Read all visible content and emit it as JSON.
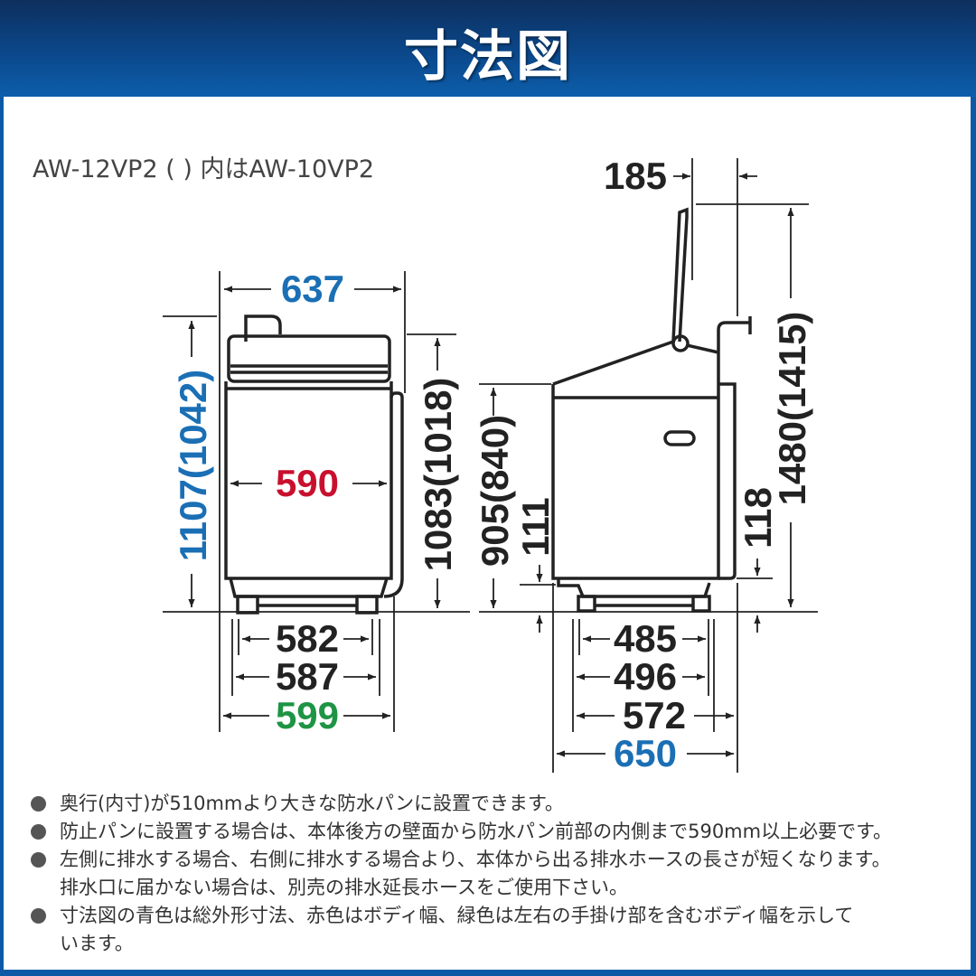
{
  "header": {
    "title": "寸法図"
  },
  "model_note": "AW-12VP2 ( ) 内はAW-10VP2",
  "colors": {
    "header_dark": "#0d2f5e",
    "header_light": "#0d5eab",
    "blue_dim": "#1a6fb5",
    "red_dim": "#c8102e",
    "green_dim": "#1e9445",
    "black_dim": "#222222"
  },
  "front_view": {
    "overall_width": "637",
    "body_width": "590",
    "overall_height": "1107(1042)",
    "body_height": "1083(1018)",
    "base_dims": [
      "582",
      "587",
      "599"
    ]
  },
  "side_view": {
    "lid_offset": "185",
    "open_height": "1480(1415)",
    "front_height": "905(840)",
    "front_foot_height": "111",
    "rear_foot_height": "118",
    "base_dims": [
      "485",
      "496",
      "572",
      "650"
    ]
  },
  "notes": [
    {
      "text": "奥行(内寸)が510mmより大きな防水パンに設置できます。"
    },
    {
      "text": "防止パンに設置する場合は、本体後方の壁面から防水パン前部の内側まで590mm以上必要です。"
    },
    {
      "text": "左側に排水する場合、右側に排水する場合より、本体から出る排水ホースの長さが短くなります。",
      "continuation": "排水口に届かない場合は、別売の排水延長ホースをご使用下さい。"
    },
    {
      "text": "寸法図の青色は総外形寸法、赤色はボディ幅、緑色は左右の手掛け部を含むボディ幅を示して",
      "continuation": "います。"
    }
  ]
}
